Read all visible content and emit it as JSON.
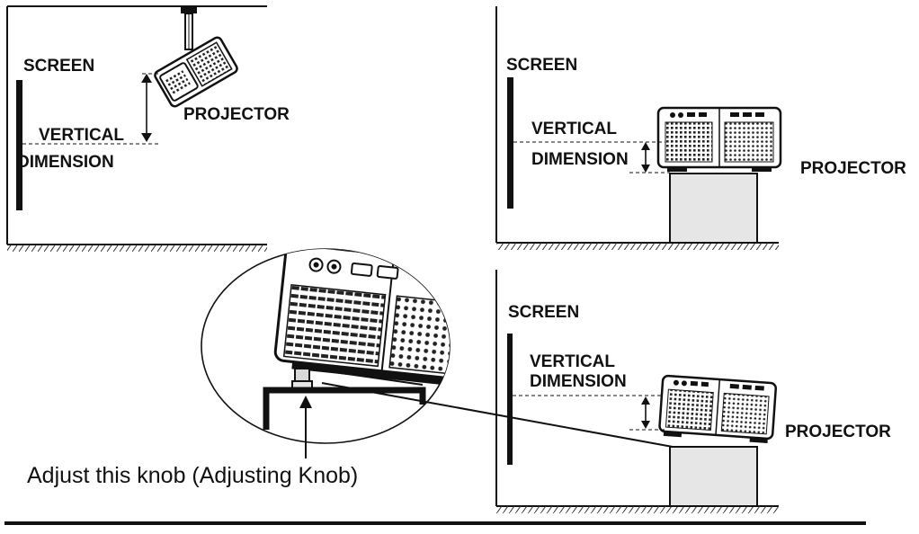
{
  "panels": {
    "ceiling": {
      "screen_label": "SCREEN",
      "vertical_label_line1": "VERTICAL",
      "vertical_label_line2": "DIMENSION",
      "projector_label": "PROJECTOR"
    },
    "table": {
      "screen_label": "SCREEN",
      "vertical_label_line1": "VERTICAL",
      "vertical_label_line2": "DIMENSION",
      "projector_label": "PROJECTOR"
    },
    "tilted": {
      "screen_label": "SCREEN",
      "vertical_label_line1": "VERTICAL",
      "vertical_label_line2": "DIMENSION",
      "projector_label": "PROJECTOR"
    }
  },
  "knob_caption": "Adjust this knob (Adjusting Knob)"
}
